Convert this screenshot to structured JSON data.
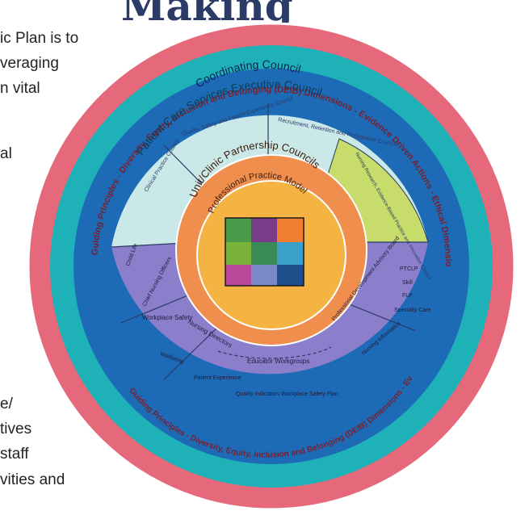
{
  "page": {
    "title": "Making",
    "body_lines_top": [
      "ic Plan is to",
      "veraging",
      "n vital",
      "al"
    ],
    "body_lines_bottom": [
      "e/",
      "tives",
      "staff",
      "vities and"
    ]
  },
  "colors": {
    "outer_ring": "#e5697a",
    "executive_ring": "#1fb1b8",
    "coordinating_ring": "#1d6bb7",
    "upper_councils": "#cbe8e8",
    "green_council": "#c7dc6a",
    "lower_councils": "#8b7fcc",
    "unit_ring": "#f08e4e",
    "practice_model": "#f5b343"
  },
  "diagram": {
    "guiding_ring_text": "Guiding Principles - Diversity, Equity, Inclusion and Belonging (DEIB) Dimensions - Evidence Driven Actions - Ethical Dimensions - Leveraging Technology",
    "guiding_ring_text_bottom": "Guiding Principles - Diversity, Equity, Inclusion and Belonging (DEIB) Dimensions - Evidence Driven Actions - Ethical Dimensions - Leveraging Technology",
    "executive_council": "Patient Care Services Executive Council",
    "coordinating_council": "Coordinating Council",
    "unit_clinic_councils": "Unit/Clinic Partnership Councils",
    "practice_model": "Professional Practice Model",
    "upper_councils": [
      "Clinical Practice Council",
      "Quality, Safety and Patient Experience Council",
      "Recruitment, Retention and Recognition Council",
      "Nursing Research, Evidence-Based Practice and Innovation Council"
    ],
    "lower_left": [
      "Child Life",
      "Workplace Safety",
      "Chief Nursing Officers"
    ],
    "lower_bottom": [
      "Nursing Directors",
      "Wellbeing",
      "Patient Experience",
      "Educator Workgroups",
      "Quality Indicators Workplace Safety Plan"
    ],
    "lower_right": [
      "Professional Development Advisory Board",
      "PTCLP",
      "Skill",
      "FLP",
      "Specialty Care",
      "Nursing Informatics"
    ]
  }
}
